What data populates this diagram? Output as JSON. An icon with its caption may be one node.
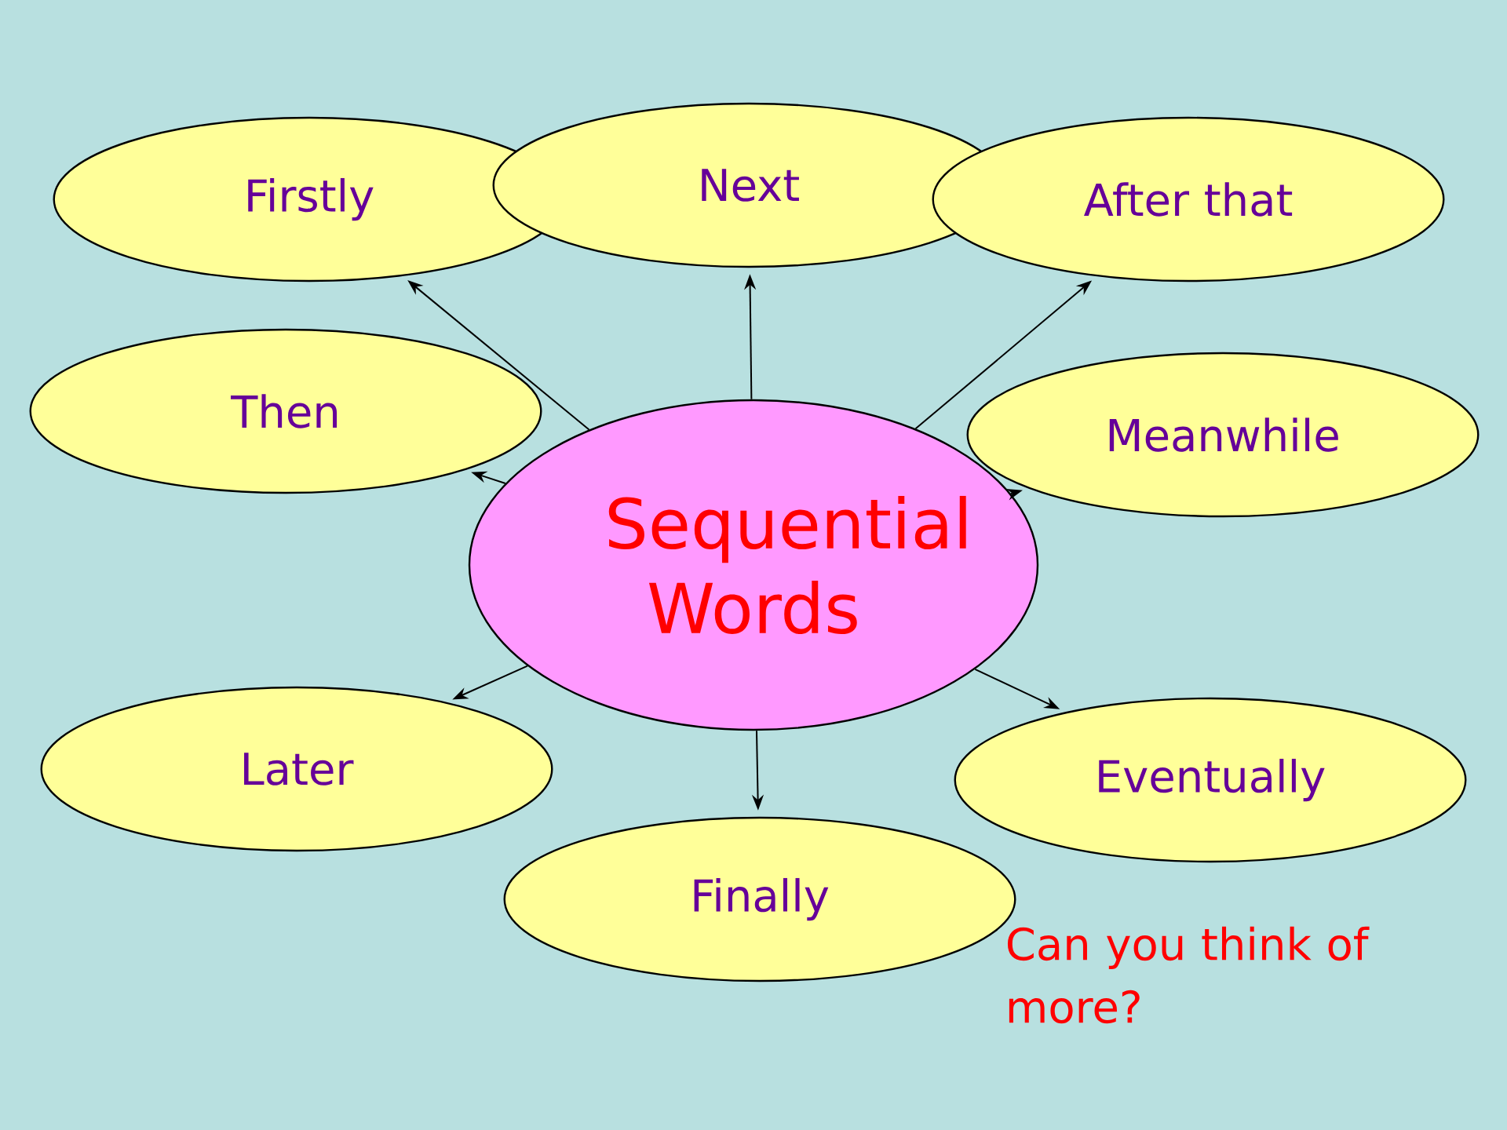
{
  "diagram": {
    "nodes": [
      {
        "text": [
          "Sequential Words"
        ]
      },
      {
        "text": [
          "Firstly"
        ]
      },
      {
        "text": [
          "Next"
        ]
      },
      {
        "text": [
          "After that"
        ]
      },
      {
        "text": [
          "Then"
        ]
      },
      {
        "text": [
          "Meanwhile"
        ]
      },
      {
        "text": [
          "Later"
        ]
      },
      {
        "text": [
          "Eventually"
        ]
      },
      {
        "text": [
          "Finally"
        ]
      }
    ],
    "edges": [
      {
        "from": 0,
        "to": 1,
        "arrow": "to"
      },
      {
        "from": 0,
        "to": 2,
        "arrow": "to"
      },
      {
        "from": 0,
        "to": 3,
        "arrow": "to"
      },
      {
        "from": 0,
        "to": 4,
        "arrow": "to"
      },
      {
        "from": 0,
        "to": 5,
        "arrow": "to"
      },
      {
        "from": 0,
        "to": 6,
        "arrow": "to"
      },
      {
        "from": 0,
        "to": 7,
        "arrow": "to"
      },
      {
        "from": 0,
        "to": 8,
        "arrow": "to"
      }
    ],
    "labels": [
      "Can you think of more?"
    ]
  }
}
